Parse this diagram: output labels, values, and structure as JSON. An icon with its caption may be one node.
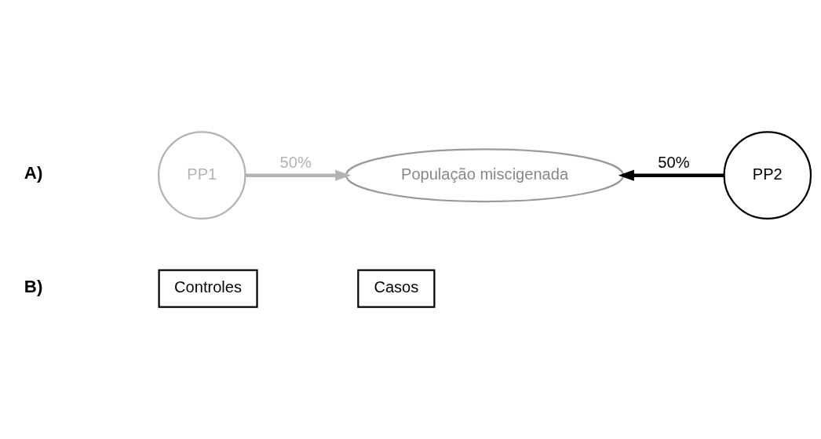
{
  "diagram": {
    "nodes": [
      {
        "text": [
          "PP1"
        ]
      },
      {
        "text": [
          "População miscigenada"
        ]
      },
      {
        "text": [
          "PP2"
        ]
      },
      {
        "text": [
          "Controles"
        ]
      },
      {
        "text": [
          "Casos"
        ]
      }
    ],
    "edges": [
      {
        "from": 0,
        "to": 1,
        "arrow": "to",
        "label": "50%",
        "color": "#b3b3b3"
      },
      {
        "from": 2,
        "to": 1,
        "arrow": "to",
        "label": "50%",
        "color": "#000000"
      }
    ],
    "labels": [
      "A)",
      "B)"
    ]
  }
}
